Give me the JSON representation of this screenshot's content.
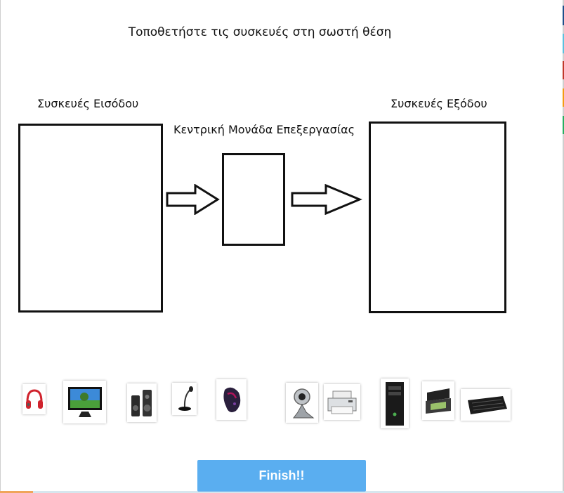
{
  "instruction": "Τοποθετήστε τις συσκευές στη σωστή θέση",
  "labels": {
    "input_devices": "Συσκευές Εισόδου",
    "cpu": "Κεντρική Μονάδα Επεξεργασίας",
    "output_devices": "Συσκευές Εξόδου"
  },
  "devices": [
    {
      "name": "headphones-icon"
    },
    {
      "name": "monitor-icon"
    },
    {
      "name": "speakers-icon"
    },
    {
      "name": "microphone-icon"
    },
    {
      "name": "mouse-icon"
    },
    {
      "name": "webcam-icon"
    },
    {
      "name": "printer-icon"
    },
    {
      "name": "computer-tower-icon"
    },
    {
      "name": "scanner-icon"
    },
    {
      "name": "keyboard-icon"
    }
  ],
  "finish_button": "Finish!!",
  "colors": {
    "accent_button": "#5aaef0",
    "side_tabs": [
      "#1e4f8a",
      "#5bc0de",
      "#c0392b",
      "#f39c12",
      "#27ae60"
    ]
  }
}
